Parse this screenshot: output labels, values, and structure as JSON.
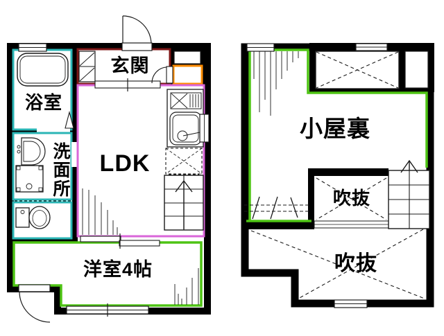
{
  "colors": {
    "wall": "#000000",
    "line": "#1a1a1a",
    "wet_area_border": "#2ab5b5",
    "ldk_border": "#d966d9",
    "bedroom_border": "#4ec414",
    "entrance_border": "#7d1616",
    "storage_border": "#ff8c00"
  },
  "floor1": {
    "labels": {
      "genkan": "玄関",
      "bathroom": "浴室",
      "washroom": "洗面所",
      "ldk": "LDK",
      "western_room": "洋室4帖"
    }
  },
  "floor2": {
    "labels": {
      "attic": "小屋裏",
      "void_upper": "吹抜",
      "void_lower": "吹抜"
    }
  }
}
